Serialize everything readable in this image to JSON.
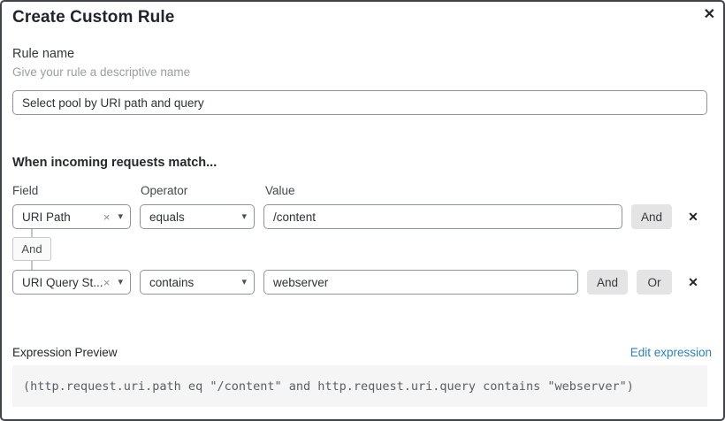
{
  "dialog": {
    "title": "Create Custom Rule"
  },
  "icons": {
    "close": "✕",
    "caret_down": "▾",
    "clear": "×",
    "remove": "✕"
  },
  "rule_name": {
    "label": "Rule name",
    "helper": "Give your rule a descriptive name",
    "value": "Select pool by URI path and query"
  },
  "match_section": {
    "heading": "When incoming requests match...",
    "columns": {
      "field": "Field",
      "operator": "Operator",
      "value": "Value"
    },
    "rows": [
      {
        "field": "URI Path",
        "operator": "equals",
        "value": "/content",
        "buttons": [
          "And"
        ]
      },
      {
        "field": "URI Query St...",
        "operator": "contains",
        "value": "webserver",
        "buttons": [
          "And",
          "Or"
        ]
      }
    ],
    "connector_label": "And"
  },
  "expression_preview": {
    "label": "Expression Preview",
    "edit_link": "Edit expression",
    "code": "(http.request.uri.path eq \"/content\" and http.request.uri.query contains \"webserver\")"
  },
  "colors": {
    "link": "#2e80c1",
    "button_bg": "#e4e4e5",
    "code_bg": "#f5f5f5",
    "border": "#8f949b"
  }
}
